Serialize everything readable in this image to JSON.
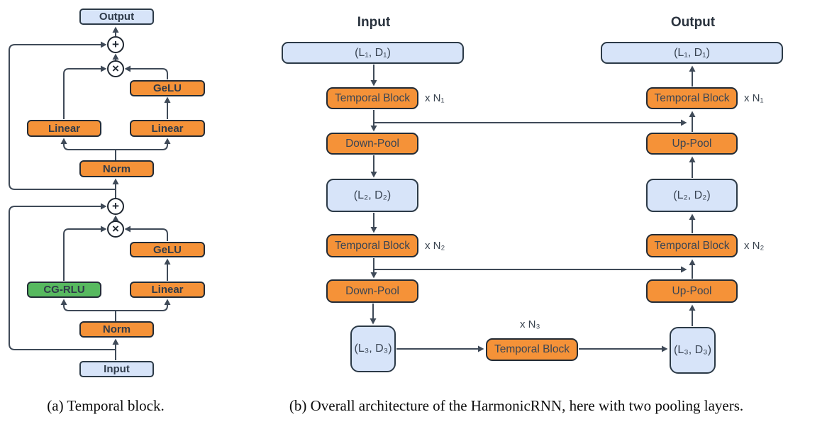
{
  "panel_a": {
    "caption": "(a) Temporal block.",
    "output": "Output",
    "input": "Input",
    "upper": {
      "gelu": "GeLU",
      "linear_left": "Linear",
      "linear_right": "Linear",
      "norm": "Norm"
    },
    "lower": {
      "gelu": "GeLU",
      "cg_rlu": "CG-RLU",
      "linear_right": "Linear",
      "norm": "Norm"
    },
    "operators": {
      "add": "+",
      "multiply": "×",
      "add_icon": "circled-plus",
      "multiply_icon": "circled-times"
    }
  },
  "panel_b": {
    "caption": "(b) Overall architecture of the HarmonicRNN, here with two pooling layers.",
    "headers": {
      "input": "Input",
      "output": "Output"
    },
    "encoder": {
      "l1d1": "(L₁, D₁)",
      "tb1": "Temporal Block",
      "tb1_mult": "x N₁",
      "down_pool1": "Down-Pool",
      "l2d2": "(L₂, D₂)",
      "tb2": "Temporal Block",
      "tb2_mult": "x N₂",
      "down_pool2": "Down-Pool",
      "l3d3": "(L₃, D₃)"
    },
    "bottleneck": {
      "tb3": "Temporal Block",
      "tb3_mult": "x N₃"
    },
    "decoder": {
      "l3d3": "(L₃, D₃)",
      "up_pool2": "Up-Pool",
      "tb2": "Temporal Block",
      "tb2_mult": "x N₂",
      "l2d2": "(L₂, D₂)",
      "up_pool1": "Up-Pool",
      "tb1": "Temporal Block",
      "tb1_mult": "x N₁",
      "l1d1": "(L₁, D₁)"
    }
  },
  "colors": {
    "orange_fill": "#F59238",
    "blue_fill": "#D7E4F9",
    "green_fill": "#57B95F",
    "box_border": "#222B36",
    "wire": "#3F4A58"
  }
}
